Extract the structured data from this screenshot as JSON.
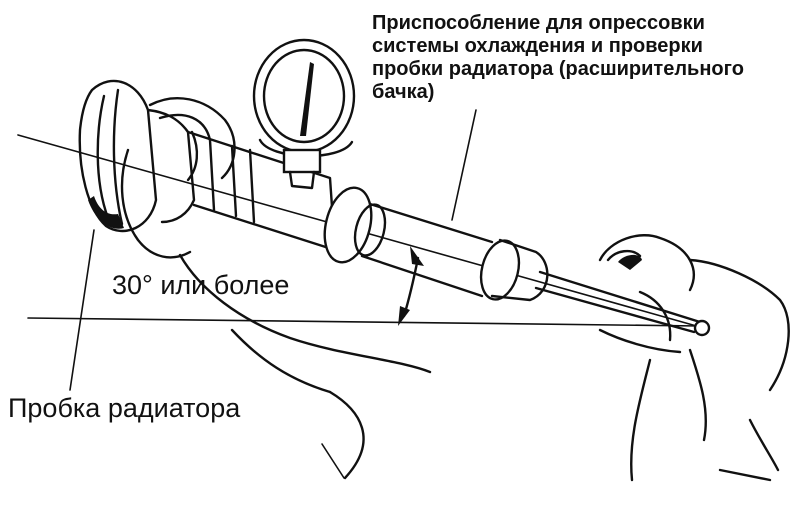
{
  "labels": {
    "tool": [
      "Приспособление для опрессовки",
      "системы охлаждения и проверки",
      "пробки радиатора (расширительного",
      "бачка)"
    ],
    "angle": "30° или более",
    "cap": "Пробка радиатора"
  }
}
